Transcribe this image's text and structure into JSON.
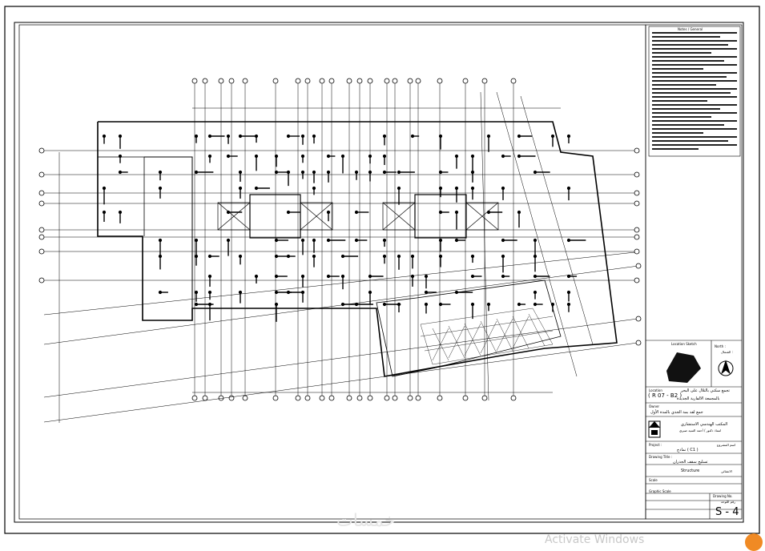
{
  "drawing": {
    "note_header": "Notes / General",
    "location_sketch_label": "Location Sketch",
    "north_label": "North :",
    "north_label_ar": "الشمال :",
    "project_location_label": "Location",
    "project_name_ar": "تجمع سكني بالتلال على البحر",
    "project_code": "( R 07 - B2 )",
    "authority_ar": "بالمجمعة الالفارية الجديدة",
    "owner_label": "Owner",
    "owner_value_ar": "جمع لقد بمة الجدي بالمدة الأول",
    "consultant_ar": "المكتب الهندسي الاستشاري",
    "consultant_sub_ar": "استاذ دكتور / أحمد السيد صبري",
    "project_label": "Project :",
    "project_label_ar": "اسم المشروع",
    "building_ar": "نماذج ( C1 )",
    "drawing_title_label": "Drawing Title :",
    "drawing_title_ar": "تسليح سقف الجدران",
    "discipline": "Structure",
    "discipline_ar": "الانشائي",
    "scale_label": "Scale",
    "graphic_scale_label": "Graphic Scale",
    "sheet_no_label": "Drawing No.",
    "sheet_no_ar": "رقم اللوحة",
    "sheet_no": "S - 4",
    "watermark": "خمسات",
    "activate_text": "Activate Windows"
  }
}
